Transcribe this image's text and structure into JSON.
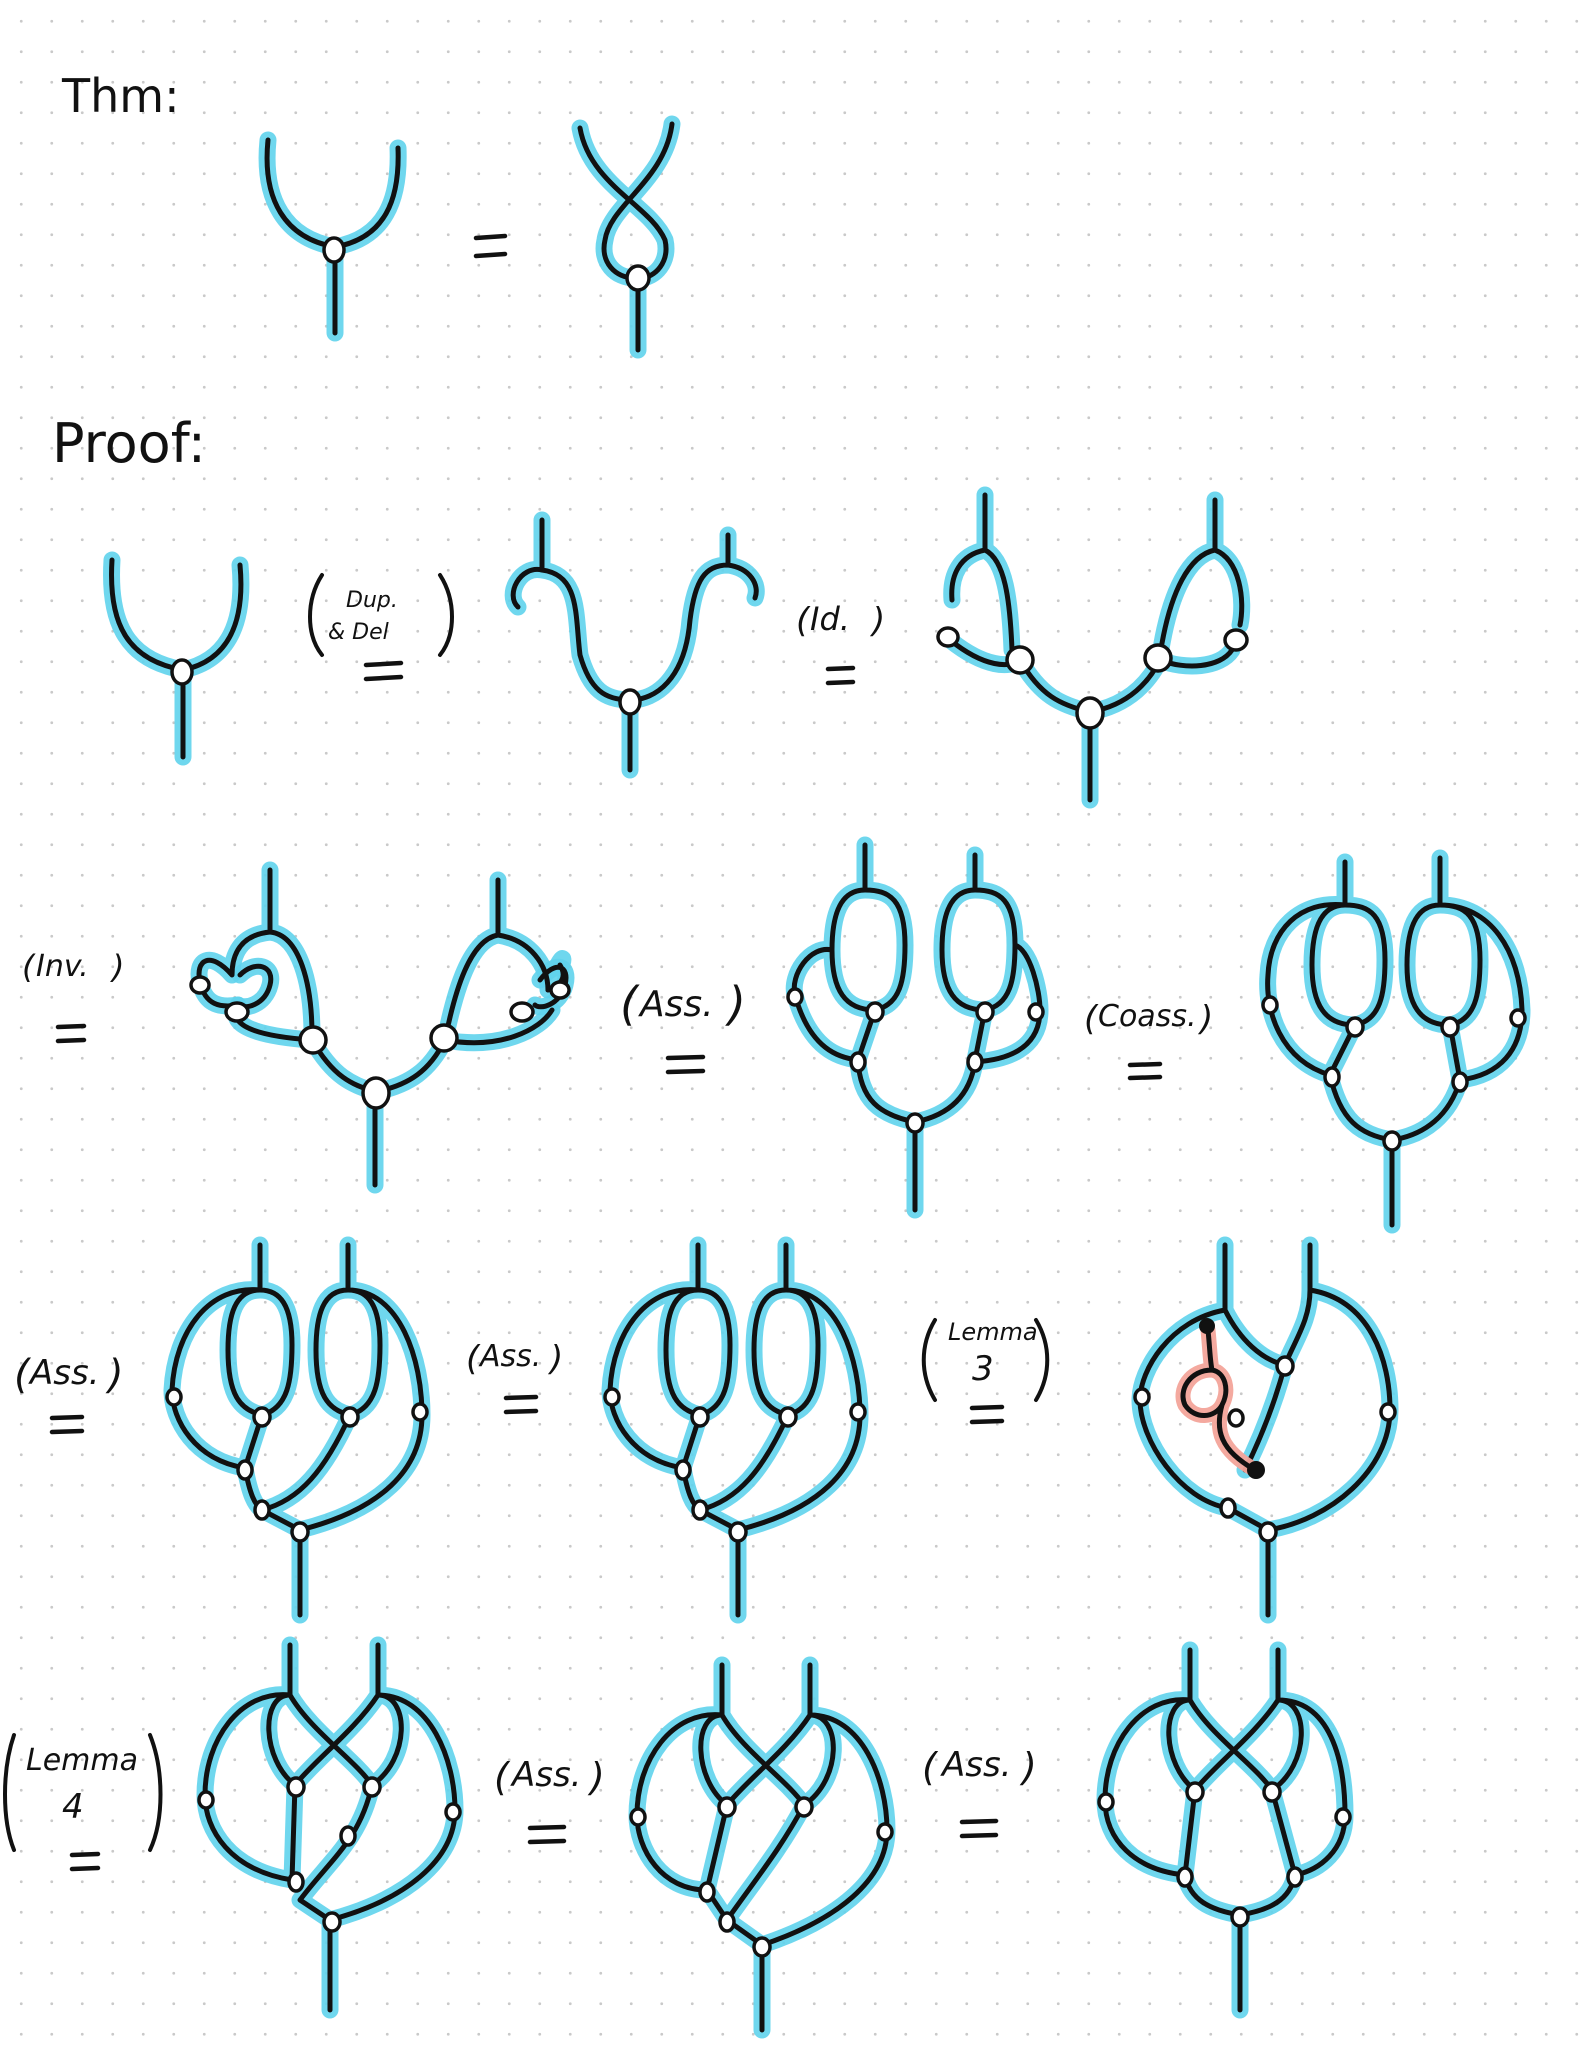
{
  "theorem_label": "Thm:",
  "proof_label": "Proof:",
  "step_rules": [
    {
      "id": "dup-del",
      "lines": [
        "Dup.",
        "& Del"
      ]
    },
    {
      "id": "id",
      "lines": [
        "Id."
      ]
    },
    {
      "id": "inv",
      "lines": [
        "Inv."
      ]
    },
    {
      "id": "ass-1",
      "lines": [
        "Ass."
      ]
    },
    {
      "id": "coass",
      "lines": [
        "Coass."
      ]
    },
    {
      "id": "ass-2",
      "lines": [
        "Ass."
      ]
    },
    {
      "id": "ass-3",
      "lines": [
        "Ass."
      ]
    },
    {
      "id": "lemma-3",
      "lines": [
        "Lemma",
        "3"
      ]
    },
    {
      "id": "lemma-4",
      "lines": [
        "Lemma",
        "4"
      ]
    },
    {
      "id": "ass-4",
      "lines": [
        "Ass."
      ]
    },
    {
      "id": "ass-5",
      "lines": [
        "Ass."
      ]
    }
  ],
  "colors": {
    "ink": "#111111",
    "highlight": "#5fd3ec",
    "lemma_highlight": "#f3a49a",
    "paper_dots": "#c9c9c9"
  }
}
